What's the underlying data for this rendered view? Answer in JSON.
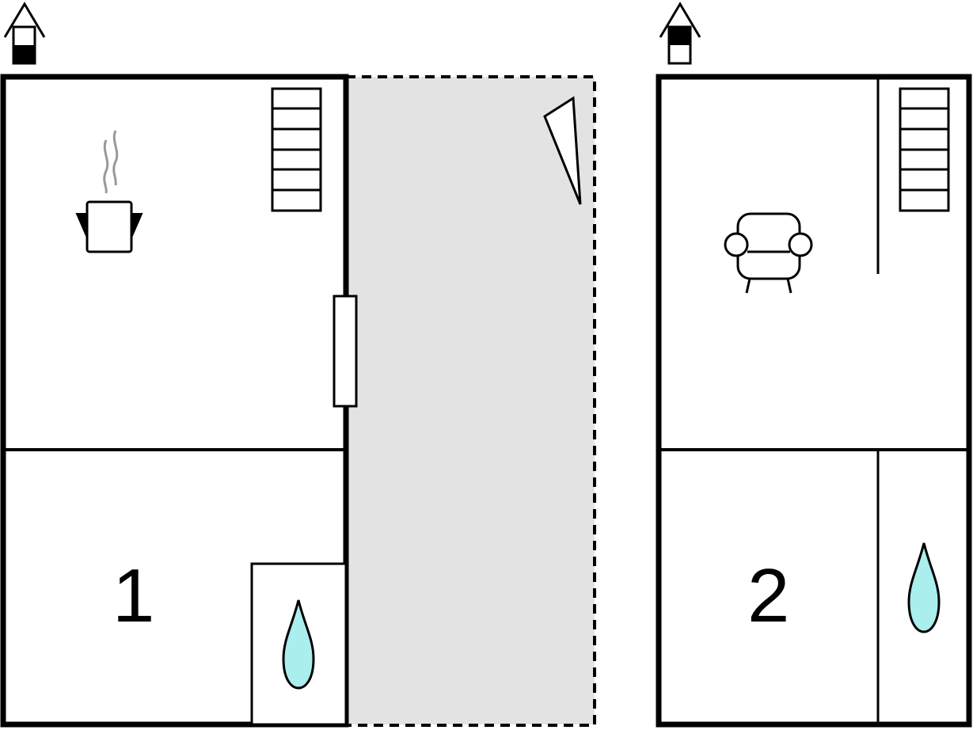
{
  "floors": [
    {
      "id": "floor-1",
      "label": "1",
      "level_indicator": "lower"
    },
    {
      "id": "floor-2",
      "label": "2",
      "level_indicator": "upper"
    }
  ],
  "icons": {
    "kitchen": "cooking-pot-icon",
    "stairs": "stairs-icon",
    "bathroom": "water-drop-icon",
    "living": "armchair-icon",
    "terrace": "terrace-area",
    "level": "house-level-icon"
  },
  "colors": {
    "wall": "#000000",
    "terrace_fill": "#e3e3e3",
    "water": "#aaeeee",
    "steam": "#999999",
    "background": "#ffffff"
  }
}
